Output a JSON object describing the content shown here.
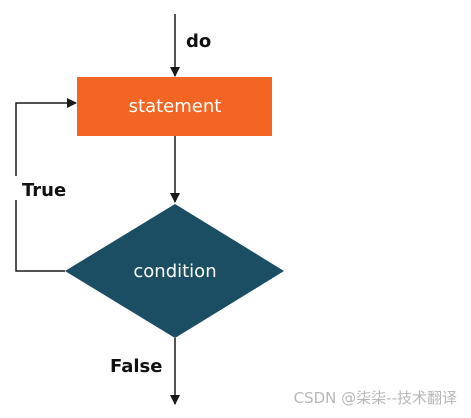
{
  "diagram": {
    "entry_label": "do",
    "statement_label": "statement",
    "condition_label": "condition",
    "true_label": "True",
    "false_label": "False",
    "colors": {
      "statement_fill": "#f26522",
      "condition_fill": "#1c4e63",
      "line": "#1a1a1a",
      "node_text": "#ffffff",
      "label_text": "#111111"
    }
  },
  "watermark": "CSDN @柒柒--技术翻译"
}
